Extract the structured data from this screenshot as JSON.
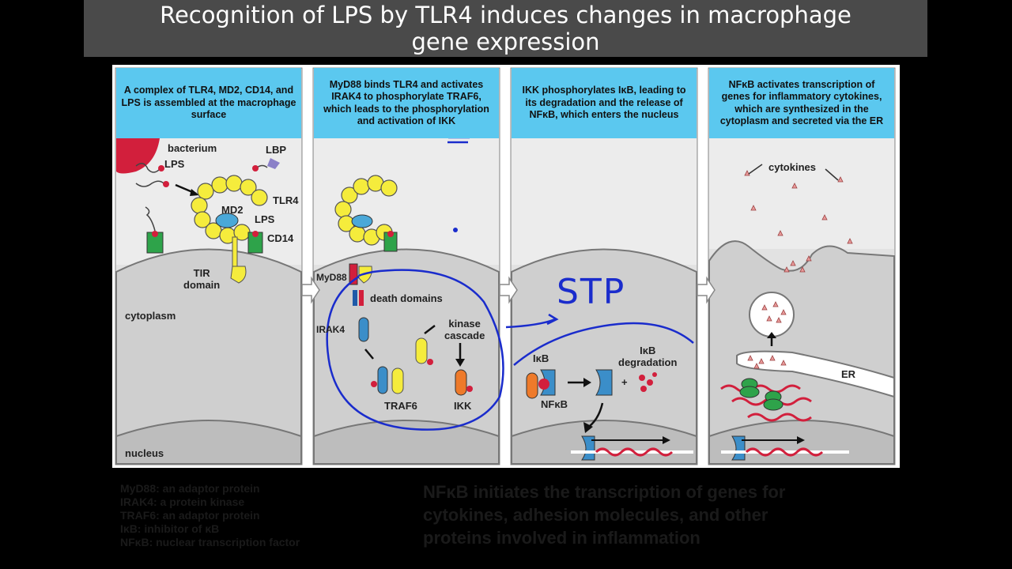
{
  "title": {
    "line1": "Recognition of LPS by TLR4 induces changes in macrophage",
    "line2": "gene expression"
  },
  "panels": [
    {
      "header": "A complex of TLR4, MD2, CD14, and LPS is assembled at the macrophage surface"
    },
    {
      "header": "MyD88 binds TLR4 and activates IRAK4 to phosphorylate TRAF6, which leads to the phosphorylation and activation of IKK"
    },
    {
      "header": "IKK phosphorylates IκB, leading to its degradation and the release of NFκB, which enters the nucleus"
    },
    {
      "header": "NFκB activates transcription of genes for inflammatory cytokines, which are synthesized in the cytoplasm and secreted via the ER"
    }
  ],
  "labels": {
    "bacterium": "bacterium",
    "lps": "LPS",
    "lbp": "LBP",
    "tlr4": "TLR4",
    "md2": "MD2",
    "lps2": "LPS",
    "cd14": "CD14",
    "tir_domain": "TIR\ndomain",
    "cytoplasm": "cytoplasm",
    "nucleus": "nucleus",
    "myd88": "MyD88",
    "death_domains": "death domains",
    "irak4": "IRAK4",
    "kinase_cascade": "kinase\ncascade",
    "traf6": "TRAF6",
    "ikk": "IKK",
    "ikb": "IκB",
    "ikb_degradation": "IκB\ndegradation",
    "nfkb": "NFκB",
    "plus": "+",
    "cytokines": "cytokines",
    "er": "ER"
  },
  "annotation": "STP",
  "footnotes": {
    "left": [
      "MyD88: an adaptor protein",
      "IRAK4: a protein kinase",
      "TRAF6: an adaptor protein",
      "IκB: inhibitor of κB",
      "NFκB: nuclear transcription factor"
    ],
    "right": [
      "NFκB initiates the transcription of genes for",
      "cytokines, adhesion molecules, and other",
      "proteins involved in inflammation"
    ]
  },
  "colors": {
    "header_blue": "#5bc8ef",
    "ink_blue": "#1a2ccc",
    "tlr4_yellow": "#f5ec3c",
    "cd14_green": "#2ea34a",
    "lps_red": "#d21f3c"
  }
}
